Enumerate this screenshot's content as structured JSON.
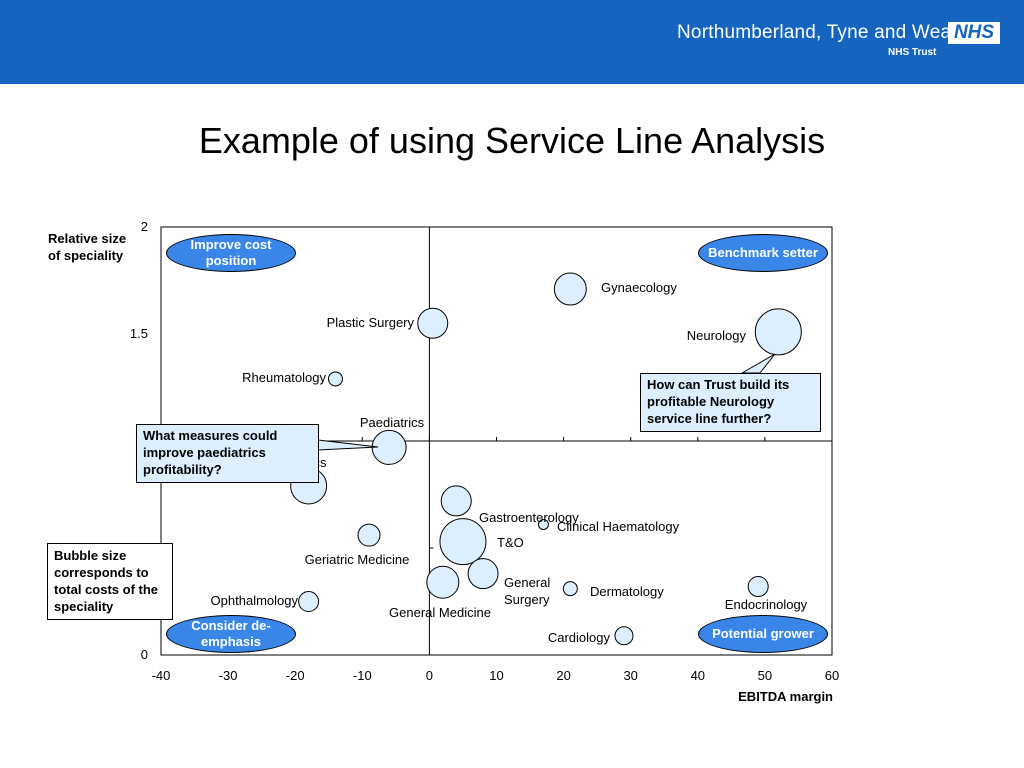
{
  "header": {
    "org_name": "Northumberland, Tyne and Wear",
    "trust": "NHS Trust",
    "logo_text": "NHS"
  },
  "page_title": "Example of using Service Line Analysis",
  "quadrants": {
    "top_left": "Improve cost position",
    "top_right": "Benchmark setter",
    "bottom_left": "Consider de-emphasis",
    "bottom_right": "Potential grower"
  },
  "callouts": {
    "neurology": "How can Trust build its profitable Neurology service line further?",
    "paediatrics": "What measures could improve paediatrics profitability?"
  },
  "note": "Bubble size corresponds to total costs of the speciality",
  "chart_data": {
    "type": "scatter",
    "title": "",
    "xlabel": "EBITDA margin",
    "ylabel": "Relative size of speciality",
    "xlim": [
      -40,
      60
    ],
    "ylim": [
      0,
      2
    ],
    "x_ticks": [
      -40,
      -30,
      -20,
      -10,
      0,
      10,
      20,
      30,
      40,
      50,
      60
    ],
    "y_ticks": [
      0,
      1.5,
      2
    ],
    "grid": false,
    "bubble_size_meaning": "total costs of the speciality",
    "points": [
      {
        "label": "Gynaecology",
        "x": 21,
        "y": 1.71,
        "size": 16
      },
      {
        "label": "Plastic Surgery",
        "x": 0.5,
        "y": 1.55,
        "size": 15
      },
      {
        "label": "Neurology",
        "x": 52,
        "y": 1.51,
        "size": 23
      },
      {
        "label": "Rheumatology",
        "x": -14,
        "y": 1.29,
        "size": 7
      },
      {
        "label": "Paediatrics",
        "x": -6,
        "y": 0.97,
        "size": 17
      },
      {
        "label": "Obstetrics",
        "x": -18,
        "y": 0.79,
        "size": 18
      },
      {
        "label": "Gastroenterology",
        "x": 4,
        "y": 0.72,
        "size": 15
      },
      {
        "label": "Clinical Haematology",
        "x": 17,
        "y": 0.61,
        "size": 5
      },
      {
        "label": "T&O",
        "x": 5,
        "y": 0.53,
        "size": 23
      },
      {
        "label": "Geriatric Medicine",
        "x": -9,
        "y": 0.56,
        "size": 11
      },
      {
        "label": "General Surgery",
        "x": 8,
        "y": 0.38,
        "size": 15
      },
      {
        "label": "General Medicine",
        "x": 2,
        "y": 0.34,
        "size": 16
      },
      {
        "label": "Dermatology",
        "x": 21,
        "y": 0.31,
        "size": 7
      },
      {
        "label": "Endocrinology",
        "x": 49,
        "y": 0.32,
        "size": 10
      },
      {
        "label": "Ophthalmology",
        "x": -18,
        "y": 0.25,
        "size": 10
      },
      {
        "label": "Cardiology",
        "x": 29,
        "y": 0.09,
        "size": 9
      }
    ]
  }
}
